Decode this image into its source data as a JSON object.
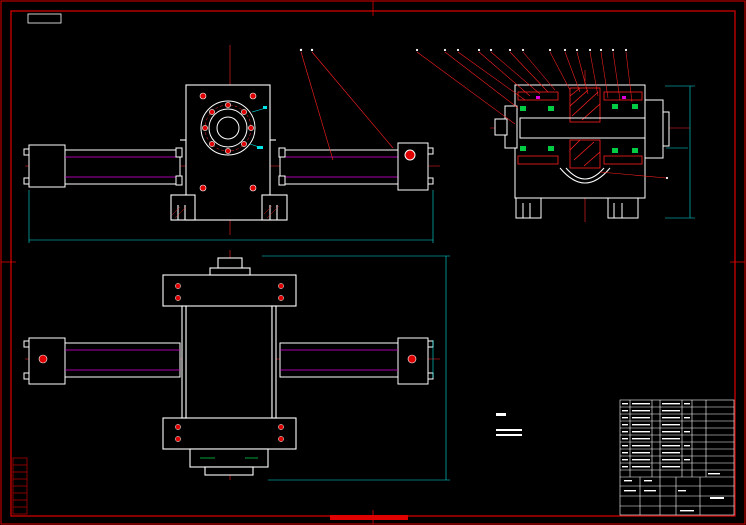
{
  "sheet": {
    "background": "#000000",
    "frame_color": "#e00000",
    "object_color": "#ffffff",
    "dimension_color": "#00e5e5",
    "hidden_color": "#e000e0",
    "center_color": "#ff2020",
    "accent_color": "#ff2a2a"
  },
  "drawing": {
    "type": "mechanical-assembly",
    "views": [
      "front-view",
      "side-section-view",
      "top-view"
    ],
    "text_legible": false
  }
}
